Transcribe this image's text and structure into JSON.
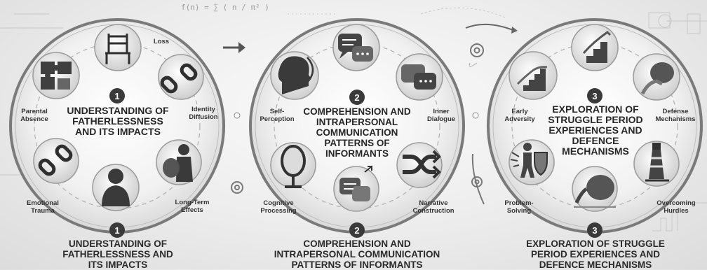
{
  "background_formula": "f(n) = ∑ ( n / π² )",
  "sections": [
    {
      "number": "1",
      "title": "UNDERSTANDING OF FATHERLESSNESS AND ITS IMPACTS",
      "bottom_title_line1": "UNDERSTANDING OF",
      "bottom_title_line2": "FATHERLESSNESS AND",
      "bottom_title_line3": "ITS IMPACTS",
      "nodes": [
        "Loss",
        "Identity Diffusion",
        "Long-Term Effects",
        "Emotional Trauma",
        "Parental Absence"
      ]
    },
    {
      "number": "2",
      "title": "COMPREHENSION AND INTRAPERSONAL COMMUNICATION PATTERNS OF INFORMANTS",
      "bottom_title_line1": "COMPREHENSION AND",
      "bottom_title_line2": "INTRAPERSONAL COMMUNICATION",
      "bottom_title_line3": "PATTERNS OF INFORMANTS",
      "nodes": [
        "Self-Perception",
        "Inner Dialogue",
        "Narrative Construction",
        "Cognitive Processing"
      ]
    },
    {
      "number": "3",
      "title": "EXPLORATION OF STRUGGLE PERIOD EXPERIENCES AND DEFENCE MECHANISMS",
      "bottom_title_line1": "EXPLORATION OF STRUGGLE",
      "bottom_title_line2": "PERIOD EXPERIENCES AND",
      "bottom_title_line3": "DEFENCE MECHANISMS",
      "nodes": [
        "Early Adversity",
        "Defense Mechanisms",
        "Overcoming Hurdles",
        "Problem-Solving"
      ]
    }
  ],
  "icons": {
    "s1": [
      "chair-icon",
      "broken-chain-icon",
      "backpack-person-icon",
      "sad-person-icon",
      "broken-link-icon",
      "puzzle-icon"
    ],
    "s2": [
      "head-waves-icon",
      "chat-bubbles-icon",
      "speech-bubble-icon",
      "shuffle-arrows-icon",
      "chat-arrow-icon",
      "mirror-icon"
    ],
    "s3": [
      "stairs-icon",
      "steps-icon",
      "boulder-hand-icon",
      "lighthouse-icon",
      "boulder-push-icon",
      "shield-person-icon"
    ]
  },
  "colors": {
    "dark": "#3a3a3a",
    "ring": "#8a8a8a",
    "panel": "#f4f4f4"
  }
}
